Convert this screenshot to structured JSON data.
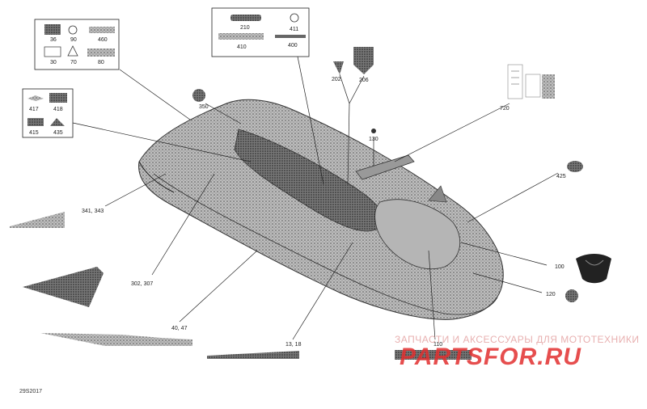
{
  "diagram_code": "29S2017",
  "watermark": {
    "subtitle": "ЗАПЧАСТИ И АКСЕССУАРЫ ДЛЯ МОТОТЕХНИКИ",
    "brand": "PARTSFOR.RU"
  },
  "callouts": {
    "c36": "36",
    "c90": "90",
    "c460": "460",
    "c30": "30",
    "c70": "70",
    "c80": "80",
    "c210": "210",
    "c411": "411",
    "c410": "410",
    "c400": "400",
    "c417": "417",
    "c418": "418",
    "c415": "415",
    "c435": "435",
    "c350": "350",
    "c202": "202",
    "c206": "206",
    "c720": "720",
    "c130": "130",
    "c425": "425",
    "c100": "100",
    "c120": "120",
    "c341_343": "341, 343",
    "c302_307": "302, 307",
    "c40_47": "40, 47",
    "c13_18": "13, 18",
    "c110": "110"
  },
  "colors": {
    "line": "#222222",
    "hull": "#9a9a9a",
    "decal": "#555555",
    "watermark": "#e23030"
  }
}
